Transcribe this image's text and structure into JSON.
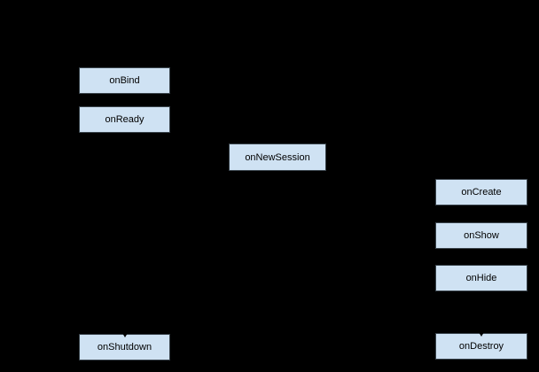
{
  "diagram": {
    "type": "lifecycle-flow",
    "colors": {
      "background": "#000000",
      "node_fill": "#cfe2f3",
      "node_border": "#38424a",
      "node_text": "#000000",
      "arrow": "#000000"
    },
    "nodes": [
      {
        "id": "onBind",
        "label": "onBind"
      },
      {
        "id": "onReady",
        "label": "onReady"
      },
      {
        "id": "onNewSession",
        "label": "onNewSession"
      },
      {
        "id": "onCreate",
        "label": "onCreate"
      },
      {
        "id": "onShow",
        "label": "onShow"
      },
      {
        "id": "onHide",
        "label": "onHide"
      },
      {
        "id": "onShutdown",
        "label": "onShutdown",
        "incoming_arrow_tip": true
      },
      {
        "id": "onDestroy",
        "label": "onDestroy",
        "incoming_arrow_tip": true
      }
    ]
  }
}
